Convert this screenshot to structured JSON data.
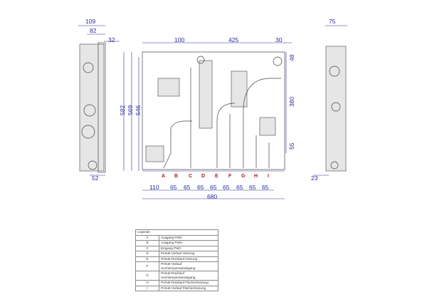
{
  "dimensions": {
    "side_left": {
      "total_depth": "109",
      "inner_depth": "82",
      "offset": "32",
      "bottom": "52"
    },
    "front_top": {
      "left": "100",
      "middle": "425",
      "right": "30"
    },
    "front_left": {
      "h1": "582",
      "h2": "569",
      "h3": "546"
    },
    "front_right": {
      "top": "48",
      "middle": "380",
      "bottom": "55"
    },
    "front_bottom": {
      "first": "110",
      "spacings": [
        "65",
        "65",
        "65",
        "65",
        "65",
        "65",
        "65",
        "65"
      ],
      "total": "680"
    },
    "side_right": {
      "depth": "75",
      "bottom": "23"
    }
  },
  "ports": [
    "A",
    "B",
    "C",
    "D",
    "E",
    "F",
    "G",
    "H",
    "I"
  ],
  "legend": {
    "title": "Legende",
    "rows": [
      {
        "key": "A",
        "label": "Ausgang PWC"
      },
      {
        "key": "B",
        "label": "Ausgang PWH"
      },
      {
        "key": "C",
        "label": "Eingang PWC"
      },
      {
        "key": "D",
        "label": "Primär-Vorlauf Heizung"
      },
      {
        "key": "E",
        "label": "Primär-Rücklauf Heizung"
      },
      {
        "key": "F",
        "label": "Primär-Vorlauf Hochtemperaturabgang"
      },
      {
        "key": "G",
        "label": "Primär-Rücklauf Hochtemperaturabgang"
      },
      {
        "key": "H",
        "label": "Primär-Rücklauf Flächenheizung"
      },
      {
        "key": "I",
        "label": "Primär-Vorlauf Flächenheizung"
      }
    ]
  },
  "colors": {
    "dimension": "#2a2a9a",
    "port_label": "#b01818"
  }
}
